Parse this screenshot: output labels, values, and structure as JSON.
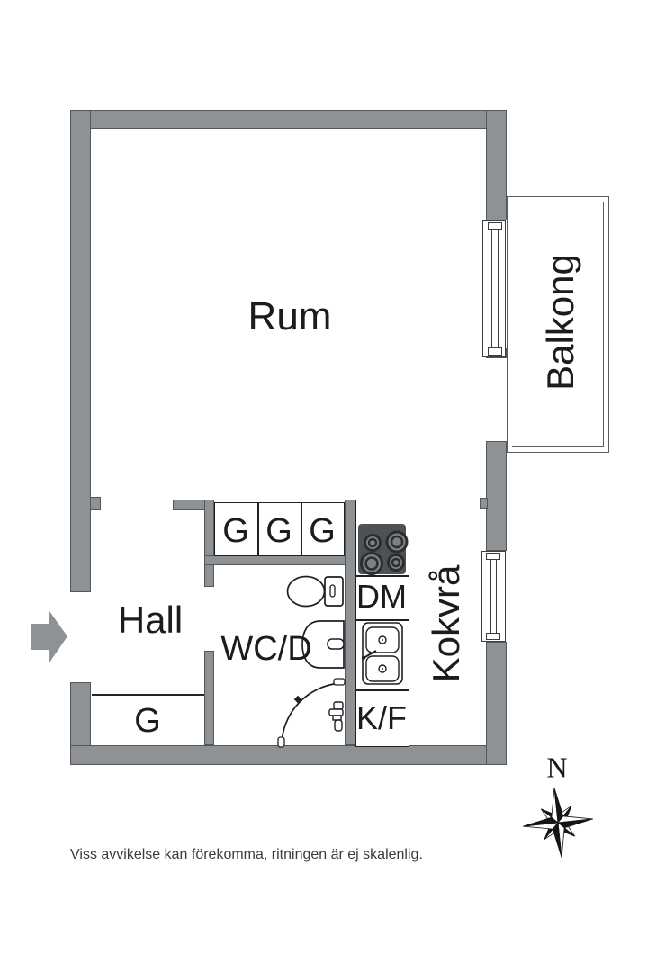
{
  "floorplan": {
    "labels": {
      "room": "Rum",
      "hall": "Hall",
      "balcony": "Balkong",
      "kitchenette": "Kokvrå",
      "bathroom": "WC/D",
      "closet1": "G",
      "closet2": "G",
      "closet3": "G",
      "hall_closet": "G",
      "dishwasher": "DM",
      "fridge_freezer": "K/F"
    },
    "compass": {
      "north": "N"
    },
    "disclaimer": "Viss avvikelse kan förekomma, ritningen är ej skalenlig.",
    "colors": {
      "wall": "#8f9294",
      "wall_outline": "#53565a",
      "fixture_line": "#1e1f21",
      "stove_body": "#4f5254"
    }
  }
}
